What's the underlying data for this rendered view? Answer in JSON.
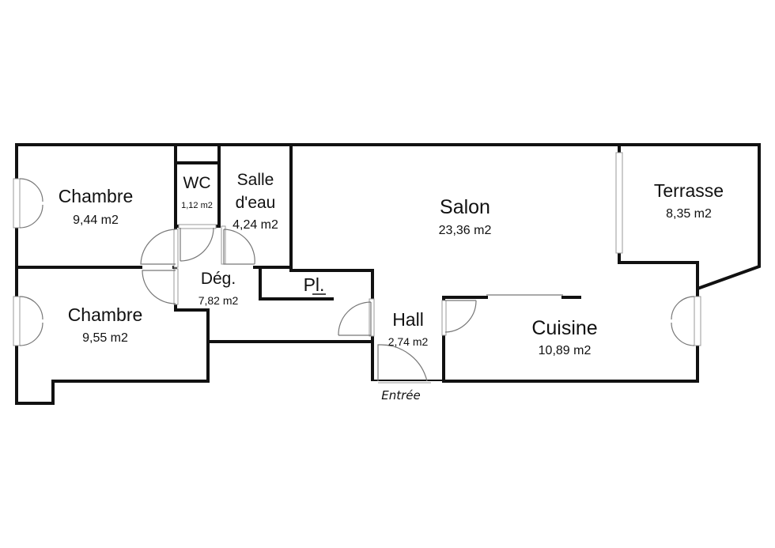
{
  "rooms": [
    {
      "id": "chambre-1",
      "name": "Chambre",
      "area": "9,44 m2"
    },
    {
      "id": "chambre-2",
      "name": "Chambre",
      "area": "9,55 m2"
    },
    {
      "id": "wc",
      "name": "WC",
      "area": "1,12 m2"
    },
    {
      "id": "salle-deau",
      "name_line1": "Salle",
      "name_line2": "d'eau",
      "area": "4,24 m2"
    },
    {
      "id": "degagement",
      "name": "Dég.",
      "area": "7,82 m2"
    },
    {
      "id": "placard",
      "name": "Pl."
    },
    {
      "id": "salon",
      "name": "Salon",
      "area": "23,36 m2"
    },
    {
      "id": "terrasse",
      "name": "Terrasse",
      "area": "8,35 m2"
    },
    {
      "id": "hall",
      "name": "Hall",
      "area": "2,74 m2"
    },
    {
      "id": "cuisine",
      "name": "Cuisine",
      "area": "10,89 m2"
    }
  ],
  "entry_label": "Entrée",
  "colors": {
    "wall": "#111111",
    "door": "#777777",
    "background": "#ffffff"
  }
}
